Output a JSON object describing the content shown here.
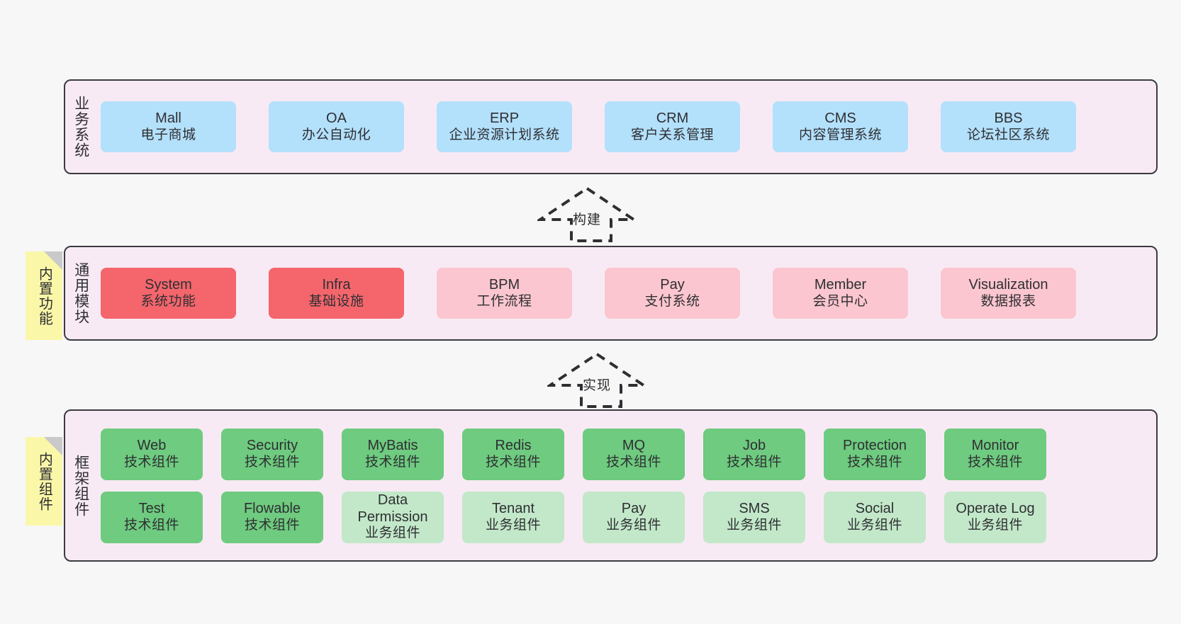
{
  "diagram": {
    "background_color": "#f7f7f7",
    "panel_fill": "#f8eaf4",
    "panel_border": "#3b3b42",
    "sticky_color": "#fbf7a8",
    "sticky_fold_color": "#c9c9c9"
  },
  "layers": [
    {
      "id": "business-system",
      "title": "业务系统",
      "sticky": null,
      "rows": [
        {
          "cards": [
            {
              "en": "Mall",
              "cn": "电子商城",
              "color": "#b3e0fb",
              "style": "c-blue"
            },
            {
              "en": "OA",
              "cn": "办公自动化",
              "color": "#b3e0fb",
              "style": "c-blue"
            },
            {
              "en": "ERP",
              "cn": "企业资源计划系统",
              "color": "#b3e0fb",
              "style": "c-blue"
            },
            {
              "en": "CRM",
              "cn": "客户关系管理",
              "color": "#b3e0fb",
              "style": "c-blue"
            },
            {
              "en": "CMS",
              "cn": "内容管理系统",
              "color": "#b3e0fb",
              "style": "c-blue"
            },
            {
              "en": "BBS",
              "cn": "论坛社区系统",
              "color": "#b3e0fb",
              "style": "c-blue"
            }
          ]
        }
      ]
    },
    {
      "id": "common-module",
      "title": "通用模块",
      "sticky": "内置功能",
      "rows": [
        {
          "cards": [
            {
              "en": "System",
              "cn": "系统功能",
              "color": "#f4666c",
              "style": "c-red"
            },
            {
              "en": "Infra",
              "cn": "基础设施",
              "color": "#f4666c",
              "style": "c-red"
            },
            {
              "en": "BPM",
              "cn": "工作流程",
              "color": "#fbc6cf",
              "style": "c-pink"
            },
            {
              "en": "Pay",
              "cn": "支付系统",
              "color": "#fbc6cf",
              "style": "c-pink"
            },
            {
              "en": "Member",
              "cn": "会员中心",
              "color": "#fbc6cf",
              "style": "c-pink"
            },
            {
              "en": "Visualization",
              "cn": "数据报表",
              "color": "#fbc6cf",
              "style": "c-pink"
            }
          ]
        }
      ]
    },
    {
      "id": "framework-component",
      "title": "框架组件",
      "sticky": "内置组件",
      "rows": [
        {
          "cards": [
            {
              "en": "Web",
              "cn": "技术组件",
              "color": "#6ecb7f",
              "style": "c-green"
            },
            {
              "en": "Security",
              "cn": "技术组件",
              "color": "#6ecb7f",
              "style": "c-green"
            },
            {
              "en": "MyBatis",
              "cn": "技术组件",
              "color": "#6ecb7f",
              "style": "c-green"
            },
            {
              "en": "Redis",
              "cn": "技术组件",
              "color": "#6ecb7f",
              "style": "c-green"
            },
            {
              "en": "MQ",
              "cn": "技术组件",
              "color": "#6ecb7f",
              "style": "c-green"
            },
            {
              "en": "Job",
              "cn": "技术组件",
              "color": "#6ecb7f",
              "style": "c-green"
            },
            {
              "en": "Protection",
              "cn": "技术组件",
              "color": "#6ecb7f",
              "style": "c-green"
            },
            {
              "en": "Monitor",
              "cn": "技术组件",
              "color": "#6ecb7f",
              "style": "c-green"
            }
          ]
        },
        {
          "cards": [
            {
              "en": "Test",
              "cn": "技术组件",
              "color": "#6ecb7f",
              "style": "c-green"
            },
            {
              "en": "Flowable",
              "cn": "技术组件",
              "color": "#6ecb7f",
              "style": "c-green"
            },
            {
              "en": "Data Permission",
              "cn": "业务组件",
              "color": "#c2e8c9",
              "style": "c-lightgreen"
            },
            {
              "en": "Tenant",
              "cn": "业务组件",
              "color": "#c2e8c9",
              "style": "c-lightgreen"
            },
            {
              "en": "Pay",
              "cn": "业务组件",
              "color": "#c2e8c9",
              "style": "c-lightgreen"
            },
            {
              "en": "SMS",
              "cn": "业务组件",
              "color": "#c2e8c9",
              "style": "c-lightgreen"
            },
            {
              "en": "Social",
              "cn": "业务组件",
              "color": "#c2e8c9",
              "style": "c-lightgreen"
            },
            {
              "en": "Operate Log",
              "cn": "业务组件",
              "color": "#c2e8c9",
              "style": "c-lightgreen"
            }
          ]
        }
      ]
    }
  ],
  "arrows": [
    {
      "id": "arrow-build",
      "label": "构建"
    },
    {
      "id": "arrow-implement",
      "label": "实现"
    }
  ]
}
